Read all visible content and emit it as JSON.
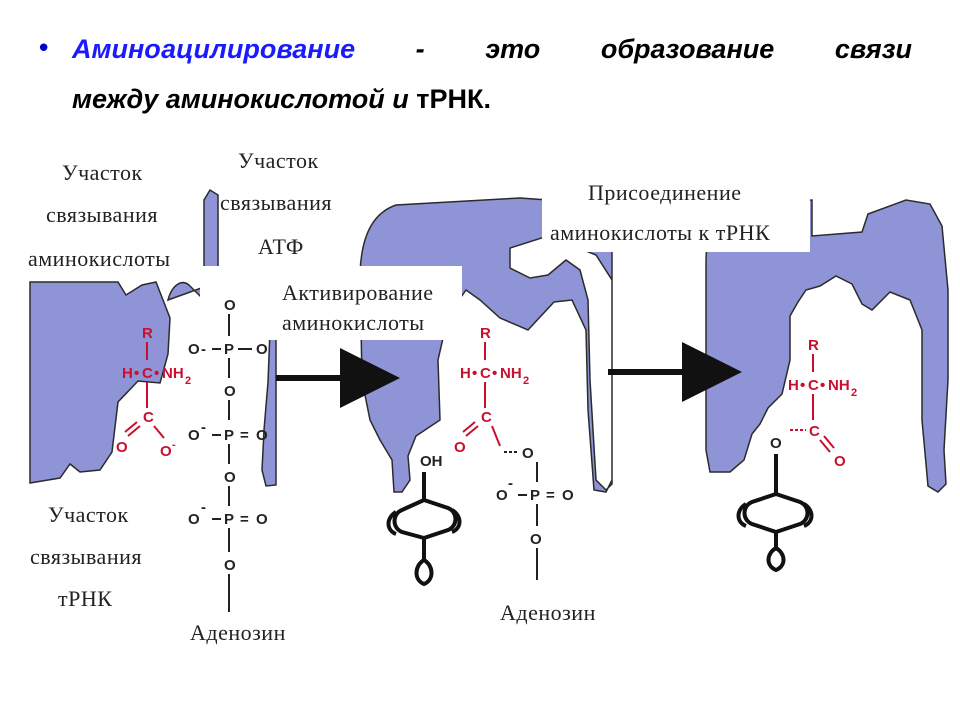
{
  "title": {
    "bullet": "•",
    "term": "Аминоацилирование",
    "dash": "-",
    "words": [
      "это",
      "образование",
      "связи"
    ],
    "line2_a": "между аминокислотой и ",
    "line2_b": "тРНК."
  },
  "labels": {
    "aa_site": [
      "Участок",
      "связывания",
      "аминокислоты"
    ],
    "atp_site": [
      "Участок",
      "связывания",
      "АТФ"
    ],
    "trna_site": [
      "Участок",
      "связывания",
      "тРНК"
    ],
    "activation": [
      "Активирование",
      "аминокислоты"
    ],
    "attachment": [
      "Присоединение",
      "аминокислоты к тРНК"
    ],
    "adenosine_1": "Аденозин",
    "adenosine_2": "Аденозин"
  },
  "chem": {
    "r": "R",
    "h": "H",
    "c": "C",
    "nh2": "NH",
    "sub2": "2",
    "o": "O",
    "p": "P",
    "oh": "OH",
    "minus": "-",
    "dot": "•",
    "eq": "="
  },
  "colors": {
    "enzyme": "#8e94d6",
    "enzyme_stroke": "#2b2b2b",
    "amino_acid": "#c8102e",
    "arrow": "#111111",
    "title_term": "#1a1aff",
    "bullet": "#0000cc"
  }
}
